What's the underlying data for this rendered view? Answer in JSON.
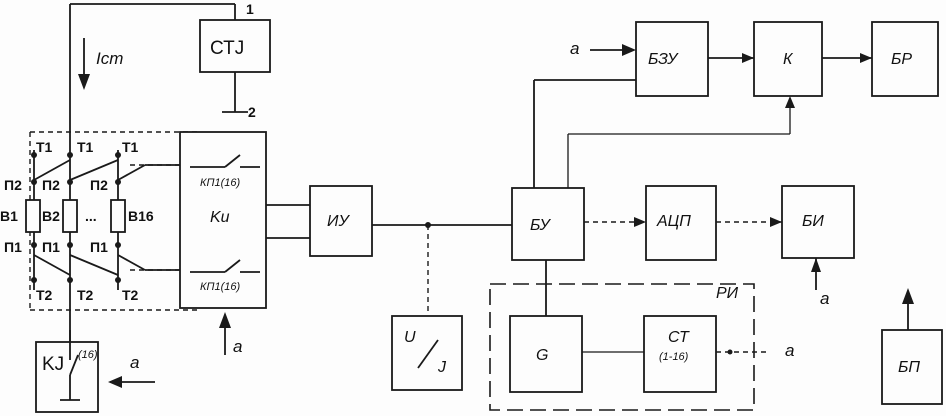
{
  "blocks": {
    "st_j": "СТJ",
    "k_j": "KJ",
    "k_j_sup": "(16)",
    "ku": "Ku",
    "kp_top": "КП1(16)",
    "kp_bottom": "КП1(16)",
    "iu": "ИУ",
    "u": "U",
    "j": "J",
    "bu": "БУ",
    "bzu": "БЗУ",
    "k": "К",
    "br": "БР",
    "acp": "АЦП",
    "bi": "БИ",
    "g": "G",
    "st": "СТ",
    "st_range": "(1-16)",
    "ri": "РИ",
    "bp": "БП"
  },
  "terminals": {
    "t1": "Т1",
    "t2": "Т2",
    "p1": "П1",
    "p2": "П2",
    "b1": "В1",
    "b2": "В2",
    "b16": "В16",
    "dots": "..."
  },
  "labels": {
    "a": "а",
    "i_st": "Iст",
    "pin1": "1",
    "pin2": "2"
  }
}
